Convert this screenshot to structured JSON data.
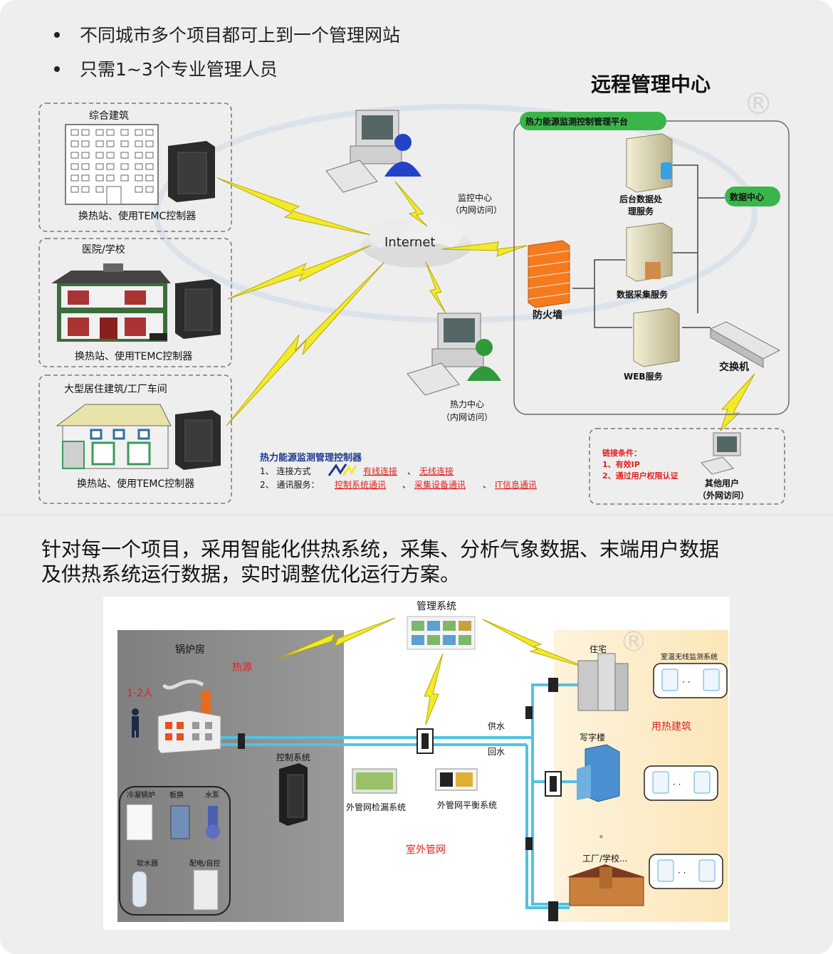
{
  "bullets": [
    "不同城市多个项目都可上到一个管理网站",
    "只需1~3个专业管理人员"
  ],
  "top": {
    "title": "远程管理中心",
    "sites": [
      {
        "name": "综合建筑",
        "caption": "换热站、使用TEMC控制器"
      },
      {
        "name": "医院/学校",
        "caption": "换热站、使用TEMC控制器"
      },
      {
        "name": "大型居住建筑/工厂车间",
        "caption": "换热站、使用TEMC控制器"
      }
    ],
    "internet": "Internet",
    "monitor_center": [
      "监控中心",
      "（内网访问）"
    ],
    "heat_center": [
      "热力中心",
      "（内网访问）"
    ],
    "platform": "热力能源监测控制管理平台",
    "backend": [
      "后台数据处",
      "理服务"
    ],
    "data_center": "数据中心",
    "collect": "数据采集服务",
    "web": "WEB服务",
    "firewall": "防火墙",
    "switch": "交换机",
    "legend_title": "热力能源监测管理控制器",
    "legend_line1_prefix": "1、 连接方式",
    "legend_wired": "有线连接",
    "legend_sep": "、",
    "legend_wireless": "无线连接",
    "legend_line2_prefix": "2、 通讯服务：",
    "legend_svc1": "控制系统通讯",
    "legend_svc2": "采集设备通讯",
    "legend_svc3": "IT信息通讯",
    "conditions": [
      "链接条件：",
      "1、有效IP",
      "2、通过用户权限认证"
    ],
    "other_user": [
      "其他用户",
      "（外网访问）"
    ]
  },
  "paragraph": [
    "针对每一个项目，采用智能化供热系统，采集、分析气象数据、末端用户数据",
    "及供热系统运行数据，实时调整优化运行方案。"
  ],
  "bottom": {
    "mgmt": "管理系统",
    "boiler_room": "锅炉房",
    "heat_source": "热源",
    "staff": "1-2人",
    "control": "控制系统",
    "devices": [
      "冷凝锅炉",
      "板换",
      "水泵",
      "软水器",
      "配电/自控"
    ],
    "supply": "供水",
    "return": "回水",
    "leak": "外管网检漏系统",
    "balance": "外管网平衡系统",
    "outdoor": "室外管网",
    "residence": "住宅",
    "office": "写字楼",
    "factory": "工厂/学校...",
    "room_temp": "室温无线监测系统",
    "heat_bldg": "用热建筑",
    "dots": "。",
    "ellipsis": "· ·"
  },
  "colors": {
    "accent_green": "#22c55e",
    "pipe": "#4fc3e0",
    "bolt": "#f2ea2a",
    "red_text": "#e02020"
  }
}
